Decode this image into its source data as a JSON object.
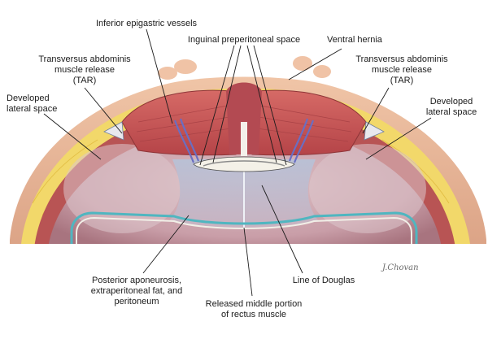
{
  "labels": {
    "inferior_epigastric": "Inferior epigastric vessels",
    "inguinal_preperitoneal": "Inguinal preperitoneal space",
    "ventral_hernia": "Ventral hernia",
    "tar_left": [
      "Transversus abdominis",
      "muscle release",
      "(TAR)"
    ],
    "tar_right": [
      "Transversus abdominis",
      "muscle release",
      "(TAR)"
    ],
    "lateral_left": [
      "Developed",
      "lateral space"
    ],
    "lateral_right": [
      "Developed",
      "lateral space"
    ],
    "posterior": [
      "Posterior aponeurosis,",
      "extraperitoneal fat, and",
      "peritoneum"
    ],
    "line_of_douglas": "Line of Douglas",
    "released_middle": [
      "Released middle portion",
      "of rectus muscle"
    ]
  },
  "signature": "J.Chovan",
  "colors": {
    "skin": "#e9b99a",
    "fat": "#f2d86a",
    "muscle": "#c9575a",
    "cavity": "#cfa9b3",
    "fascia": "#a9b7cf",
    "peritoneum_line": "#4fb6c0"
  }
}
